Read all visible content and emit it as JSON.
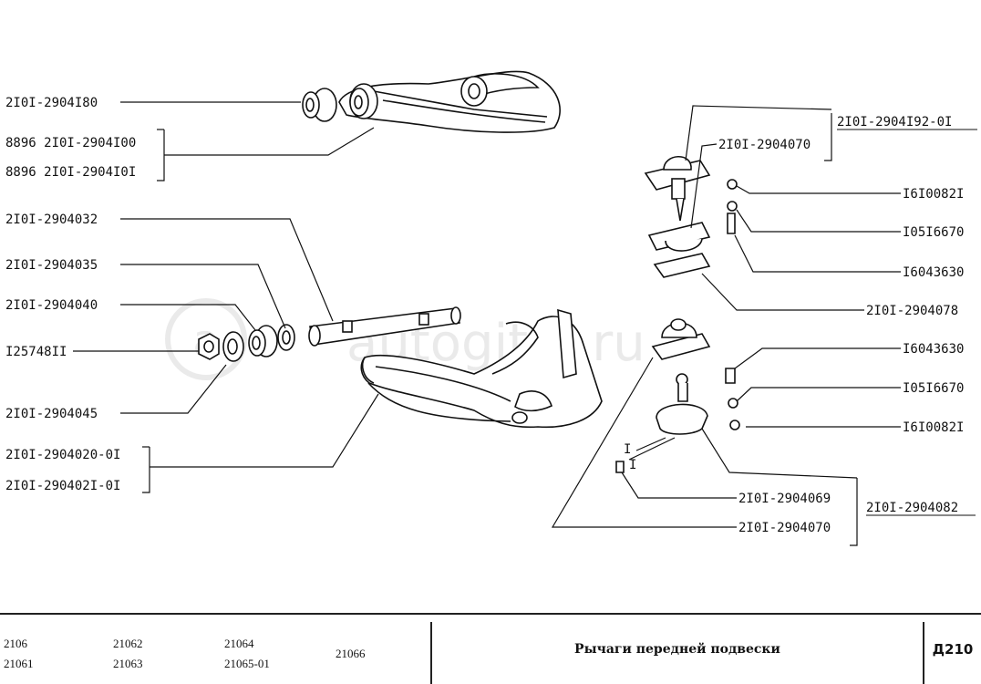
{
  "diagram": {
    "parts": {
      "p1": "2I0I-2904I80",
      "p2": "8896 2I0I-2904I00",
      "p3": "8896 2I0I-2904I0I",
      "p4": "2I0I-2904032",
      "p5": "2I0I-2904035",
      "p6": "2I0I-2904040",
      "p7": "I25748II",
      "p8": "2I0I-2904045",
      "p9": "2I0I-2904020-0I",
      "p10": "2I0I-290402I-0I",
      "p11": "2I0I-2904I92-0I",
      "p12": "2I0I-2904070",
      "p13": "I6I0082I",
      "p14": "I05I6670",
      "p15": "I6043630",
      "p16": "2I0I-2904078",
      "p17": "I6043630",
      "p18": "I05I6670",
      "p19": "I6I0082I",
      "p20": "2I0I-2904069",
      "p21": "2I0I-2904082",
      "p22": "2I0I-2904070",
      "callout_a": "I",
      "callout_b": "I"
    },
    "watermark": "autogiter.ru"
  },
  "footer": {
    "models": [
      "2106",
      "21061",
      "21062",
      "21063",
      "21064",
      "21065-01",
      "21066"
    ],
    "title": "Рычаги передней подвески",
    "page_code": "Д210"
  }
}
